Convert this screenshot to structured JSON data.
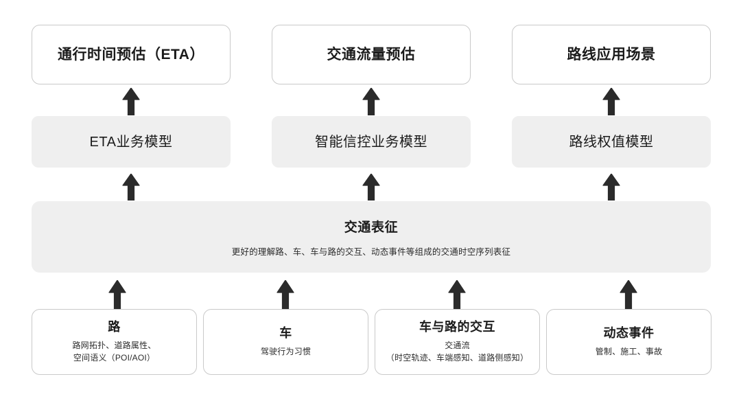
{
  "diagram": {
    "title_text": "交通表征",
    "accent_color": "#2b2b2b",
    "box_fill_color": "#efefef",
    "box_border_color": "#c9c9c9",
    "application_row": [
      {
        "label": "通行时间预估（ETA）"
      },
      {
        "label": "交通流量预估"
      },
      {
        "label": "路线应用场景"
      }
    ],
    "model_row": [
      {
        "label": "ETA业务模型"
      },
      {
        "label": "智能信控业务模型"
      },
      {
        "label": "路线权值模型"
      }
    ],
    "representation": {
      "title": "交通表征",
      "subtitle": "更好的理解路、车、车与路的交互、动态事件等组成的交通时空序列表征"
    },
    "source_row": [
      {
        "label": "路",
        "detail_lines": [
          "路网拓扑、道路属性、",
          "空间语义（POI/AOI）"
        ]
      },
      {
        "label": "车",
        "detail_lines": [
          "驾驶行为习惯"
        ]
      },
      {
        "label": "车与路的交互",
        "detail_lines": [
          "交通流",
          "（时空轨迹、车端感知、道路侧感知）"
        ]
      },
      {
        "label": "动态事件",
        "detail_lines": [
          "管制、施工、事故"
        ]
      }
    ],
    "arrows": [
      {
        "name": "arrow-model-to-application-eta"
      },
      {
        "name": "arrow-model-to-application-flow"
      },
      {
        "name": "arrow-model-to-application-route"
      },
      {
        "name": "arrow-representation-to-model-eta"
      },
      {
        "name": "arrow-representation-to-model-flow"
      },
      {
        "name": "arrow-representation-to-model-route"
      },
      {
        "name": "arrow-source-road-to-representation"
      },
      {
        "name": "arrow-source-vehicle-to-representation"
      },
      {
        "name": "arrow-source-interaction-to-representation"
      },
      {
        "name": "arrow-source-event-to-representation"
      }
    ]
  }
}
